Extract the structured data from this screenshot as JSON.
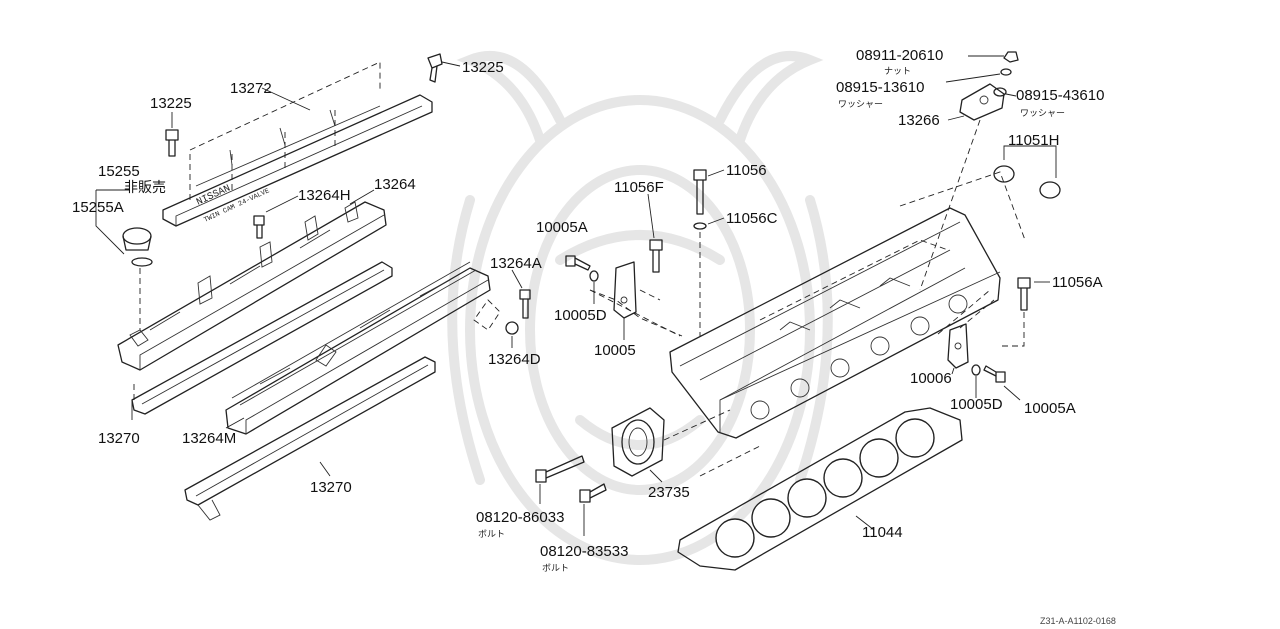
{
  "diagram": {
    "labels": {
      "p13225_a": "13225",
      "p13225_b": "13225",
      "p13272": "13272",
      "p15255": "15255",
      "p_not_sold": "非販売",
      "p15255A": "15255A",
      "p13264H": "13264H",
      "p13264": "13264",
      "p13264A": "13264A",
      "p13264D": "13264D",
      "p13270_a": "13270",
      "p13264M": "13264M",
      "p13270_b": "13270",
      "p08911_20610": "08911-20610",
      "p_nut": "ナット",
      "p08915_13610": "08915-13610",
      "p_washer_a": "ワッシャー",
      "p08915_43610": "08915-43610",
      "p_washer_b": "ワッシャー",
      "p13266": "13266",
      "p11051H": "11051H",
      "p11056": "11056",
      "p11056F": "11056F",
      "p11056C": "11056C",
      "p10005A_a": "10005A",
      "p10005D_a": "10005D",
      "p10005": "10005",
      "p11056A": "11056A",
      "p10006": "10006",
      "p10005D_b": "10005D",
      "p10005A_b": "10005A",
      "p23735": "23735",
      "p08120_86033": "08120-86033",
      "p_bolt_a": "ボルト",
      "p08120_83533": "08120-83533",
      "p_bolt_b": "ボルト",
      "p11044": "11044",
      "cover_text_brand": "NISSAN",
      "cover_text_sub": "TWIN CAM 24-VALVE",
      "diagram_code": "Z31-A-A1102-0168"
    }
  }
}
